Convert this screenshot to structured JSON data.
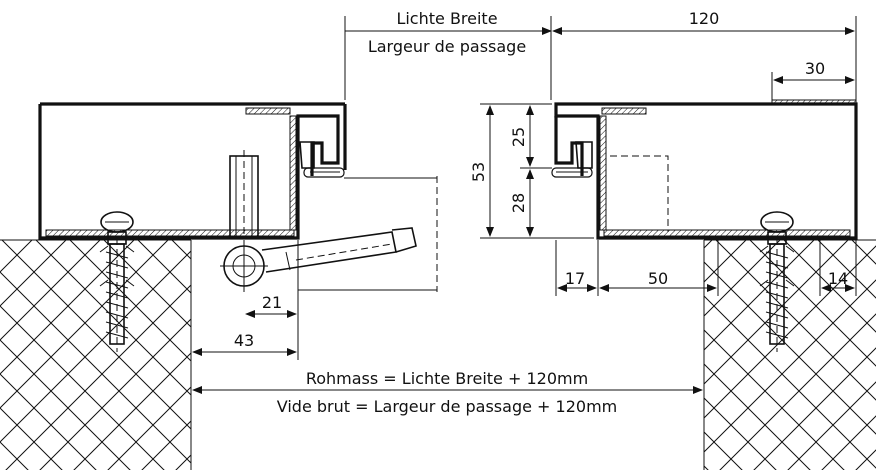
{
  "labels": {
    "clear_width_de": "Lichte Breite",
    "clear_width_fr": "Largeur de passage",
    "rough_opening_de": "Rohmass = Lichte Breite + 120mm",
    "rough_opening_fr": "Vide brut = Largeur de passage + 120mm"
  },
  "dimensions": {
    "frame_width": "120",
    "rebate_width": "30",
    "profile_height": "53",
    "upper_height": "25",
    "lower_height": "28",
    "left_offset": "17",
    "depth_to_anchor": "50",
    "anchor_offset": "14",
    "hinge_offset": "21",
    "hinge_projection": "43"
  },
  "colors": {
    "line": "#111111",
    "hatch": "#111111",
    "background": "#ffffff"
  }
}
